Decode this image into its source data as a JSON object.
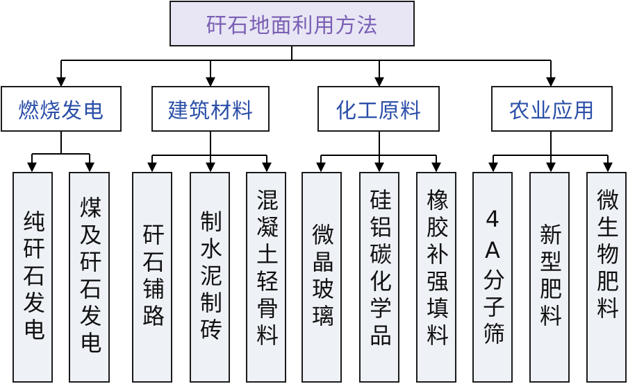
{
  "title": "矸石地面利用方法",
  "categories": [
    {
      "label": "燃烧发电",
      "items": [
        "纯矸石发电",
        "煤及矸石发电"
      ]
    },
    {
      "label": "建筑材料",
      "items": [
        "矸石铺路",
        "制水泥制砖",
        "混凝土轻骨料"
      ]
    },
    {
      "label": "化工原料",
      "items": [
        "微晶玻璃",
        "硅铝碳化学品",
        "橡胶补强填料"
      ]
    },
    {
      "label": "农业应用",
      "items": [
        "4A分子筛",
        "新型肥料",
        "微生物肥料"
      ]
    }
  ]
}
